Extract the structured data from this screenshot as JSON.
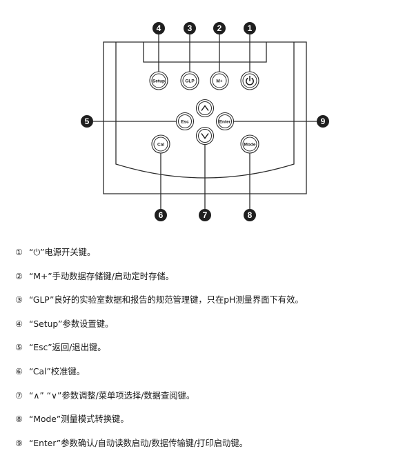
{
  "diagram": {
    "callouts": [
      "4",
      "3",
      "2",
      "1",
      "5",
      "9",
      "6",
      "7",
      "8"
    ],
    "buttons": {
      "setup": "Setup",
      "glp": "GLP",
      "m_plus": "M+",
      "esc": "Esc",
      "enter": "Enter",
      "cal": "Cal",
      "mode": "Mode"
    }
  },
  "legend": [
    {
      "marker": "①",
      "text": "“⏻”电源开关键。"
    },
    {
      "marker": "②",
      "text": "“M+”手动数据存储键/启动定时存储。"
    },
    {
      "marker": "③",
      "text": "“GLP”良好的实验室数据和报告的规范管理键，只在pH测量界面下有效。"
    },
    {
      "marker": "④",
      "text": "“Setup”参数设置键。"
    },
    {
      "marker": "⑤",
      "text": "“Esc”返回/退出键。"
    },
    {
      "marker": "⑥",
      "text": "“Cal”校准键。"
    },
    {
      "marker": "⑦",
      "text": "“∧” “∨”参数调整/菜单项选择/数据查阅键。"
    },
    {
      "marker": "⑧",
      "text": "“Mode”测量模式转换键。"
    },
    {
      "marker": "⑨",
      "text": "“Enter”参数确认/自动读数启动/数据传输键/打印启动键。"
    }
  ]
}
